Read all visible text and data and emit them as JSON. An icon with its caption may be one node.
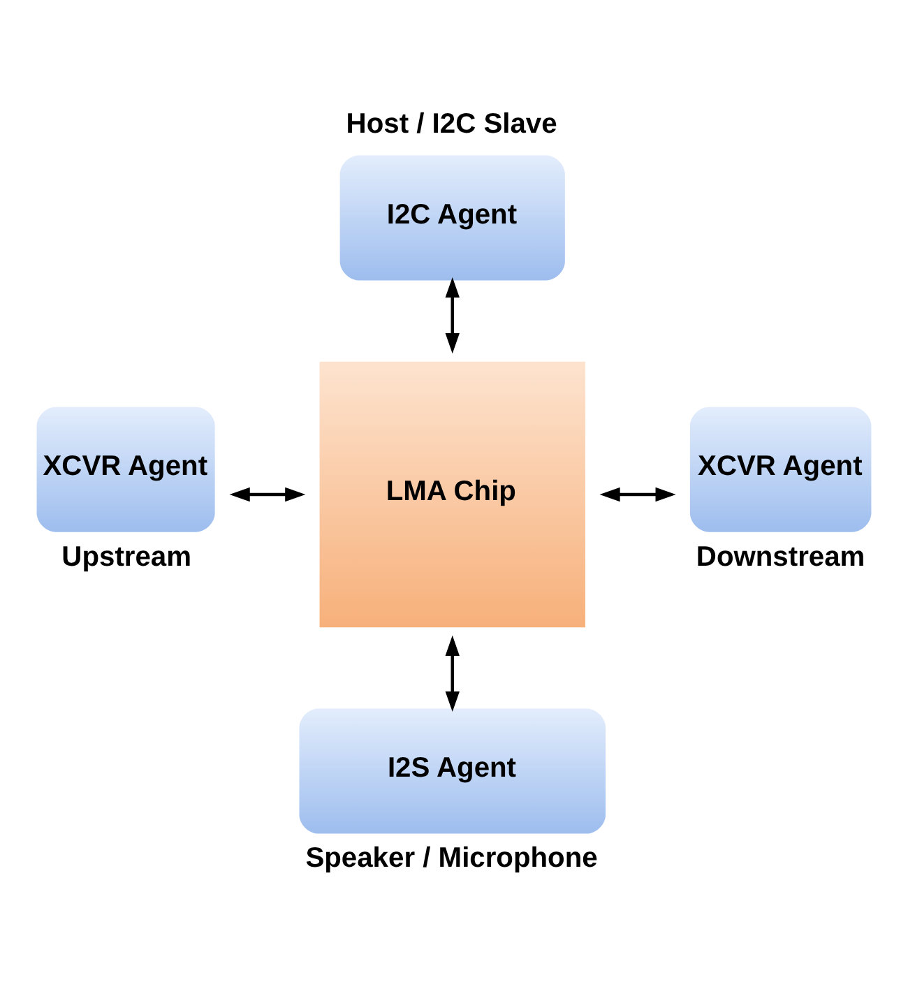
{
  "diagram": {
    "nodes": [
      {
        "text": [
          "I2C Agent"
        ],
        "beside": [
          "Host / I2C Slave"
        ]
      },
      {
        "text": [
          "XCVR Agent"
        ],
        "beside": [
          "Upstream"
        ]
      },
      {
        "text": [
          "LMA Chip"
        ]
      },
      {
        "text": [
          "XCVR Agent"
        ],
        "beside": [
          "Downstream"
        ]
      },
      {
        "text": [
          "I2S Agent"
        ],
        "beside": [
          "Speaker / Microphone"
        ]
      }
    ],
    "edges": [
      {
        "from": 0,
        "to": 2,
        "arrow": "both"
      },
      {
        "from": 1,
        "to": 2,
        "arrow": "both"
      },
      {
        "from": 2,
        "to": 3,
        "arrow": "both"
      },
      {
        "from": 2,
        "to": 4,
        "arrow": "both"
      }
    ]
  }
}
